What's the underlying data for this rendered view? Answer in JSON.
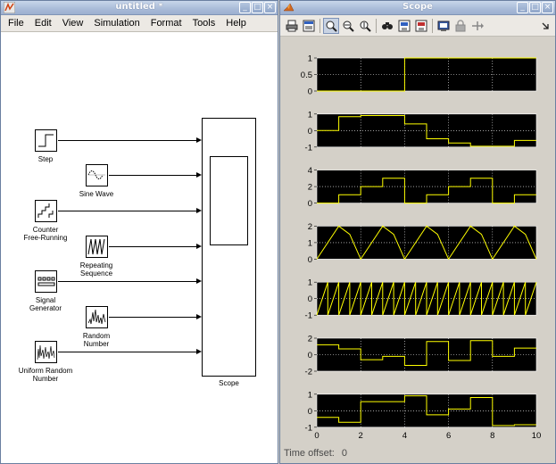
{
  "model_window": {
    "title": "untitled *",
    "menu": [
      "File",
      "Edit",
      "View",
      "Simulation",
      "Format",
      "Tools",
      "Help"
    ],
    "blocks": {
      "step": "Step",
      "sine": "Sine Wave",
      "counter_1": "Counter",
      "counter_2": "Free-Running",
      "repeating_1": "Repeating",
      "repeating_2": "Sequence",
      "siggen_1": "Signal",
      "siggen_2": "Generator",
      "random_1": "Random",
      "random_2": "Number",
      "uniform_1": "Uniform Random",
      "uniform_2": "Number",
      "scope": "Scope"
    }
  },
  "scope_window": {
    "title": "Scope",
    "toolbar_icons": [
      "print-icon",
      "parameters-icon",
      "zoom-icon",
      "zoom-x-icon",
      "zoom-y-icon",
      "autoscale-icon",
      "save-axes-icon",
      "restore-axes-icon",
      "floating-scope-icon",
      "lock-icon",
      "signal-selection-icon",
      "dock-icon"
    ],
    "status_label": "Time offset:",
    "status_value": "0",
    "colors": {
      "axes_bg": "#000000",
      "trace": "#ffff00",
      "grid": "#ffffff",
      "figure_bg": "#d4d0c8"
    }
  },
  "chart_data": {
    "type": "line",
    "title": "",
    "xlabel": "",
    "xlim": [
      0,
      10
    ],
    "x_ticks": [
      "0",
      "2",
      "4",
      "6",
      "8",
      "10"
    ],
    "subplots": [
      {
        "name": "",
        "ylim": [
          0,
          1
        ],
        "y_ticks": [
          "1",
          "0.5",
          "0"
        ],
        "x": [
          0,
          4,
          4,
          10
        ],
        "y": [
          0,
          0,
          1,
          1
        ]
      },
      {
        "name": "",
        "ylim": [
          -1,
          1
        ],
        "y_ticks": [
          "1",
          "0",
          "-1"
        ],
        "x": [
          0,
          1,
          1,
          2,
          2,
          3,
          3,
          4,
          4,
          5,
          5,
          6,
          6,
          7,
          7,
          8,
          8,
          9,
          9,
          10
        ],
        "y": [
          0,
          0,
          0.84,
          0.84,
          0.91,
          0.91,
          0.91,
          0.91,
          0.4,
          0.4,
          -0.5,
          -0.5,
          -0.75,
          -0.75,
          -0.95,
          -0.95,
          -0.95,
          -0.95,
          -0.6,
          -0.6
        ]
      },
      {
        "name": "",
        "ylim": [
          0,
          4
        ],
        "y_ticks": [
          "4",
          "2",
          "0"
        ],
        "x": [
          0,
          1,
          1,
          2,
          2,
          3,
          3,
          4,
          4,
          5,
          5,
          6,
          6,
          7,
          7,
          8,
          8,
          9,
          9,
          10
        ],
        "y": [
          0,
          0,
          1,
          1,
          2,
          2,
          3,
          3,
          0,
          0,
          1,
          1,
          2,
          2,
          3,
          3,
          0,
          0,
          1,
          1
        ]
      },
      {
        "name": "",
        "ylim": [
          0,
          2
        ],
        "y_ticks": [
          "2",
          "1",
          "0"
        ],
        "x": [
          0,
          1,
          1.5,
          2,
          3,
          3.5,
          4,
          5,
          5.5,
          6,
          7,
          7.5,
          8,
          9,
          9.5,
          10
        ],
        "y": [
          0,
          2,
          1.5,
          0,
          2,
          1.5,
          0,
          2,
          1.5,
          0,
          2,
          1.5,
          0,
          2,
          1.5,
          0
        ]
      },
      {
        "name": "",
        "ylim": [
          -1,
          1
        ],
        "y_ticks": [
          "1",
          "0",
          "-1"
        ],
        "x": [
          0,
          0.5,
          0.5,
          1,
          1,
          1.5,
          1.5,
          2,
          2,
          2.5,
          2.5,
          3,
          3,
          3.5,
          3.5,
          4,
          4,
          4.5,
          4.5,
          5,
          5,
          5.5,
          5.5,
          6,
          6,
          6.5,
          6.5,
          7,
          7,
          7.5,
          7.5,
          8,
          8,
          8.5,
          8.5,
          9,
          9,
          9.5,
          9.5,
          10
        ],
        "y": [
          -1,
          1,
          -1,
          1,
          -1,
          1,
          -1,
          1,
          -1,
          1,
          -1,
          1,
          -1,
          1,
          -1,
          1,
          -1,
          1,
          -1,
          1,
          -1,
          1,
          -1,
          1,
          -1,
          1,
          -1,
          1,
          -1,
          1,
          -1,
          1,
          -1,
          1,
          -1,
          1,
          -1,
          1,
          -1,
          1
        ]
      },
      {
        "name": "",
        "ylim": [
          -2,
          2
        ],
        "y_ticks": [
          "2",
          "0",
          "-2"
        ],
        "x": [
          0,
          1,
          1,
          2,
          2,
          3,
          3,
          4,
          4,
          5,
          5,
          6,
          6,
          7,
          7,
          8,
          8,
          9,
          9,
          10
        ],
        "y": [
          1.2,
          1.2,
          0.7,
          0.7,
          -0.6,
          -0.6,
          -0.2,
          -0.2,
          -1.3,
          -1.3,
          1.6,
          1.6,
          -0.7,
          -0.7,
          1.7,
          1.7,
          -0.2,
          -0.2,
          0.8,
          0.8
        ]
      },
      {
        "name": "",
        "ylim": [
          -1,
          1
        ],
        "y_ticks": [
          "1",
          "0",
          "-1"
        ],
        "x": [
          0,
          1,
          1,
          2,
          2,
          3,
          3,
          4,
          4,
          5,
          5,
          6,
          6,
          7,
          7,
          8,
          8,
          9,
          9,
          10
        ],
        "y": [
          -0.4,
          -0.4,
          -0.7,
          -0.7,
          0.55,
          0.55,
          0.55,
          0.55,
          0.9,
          0.9,
          -0.25,
          -0.25,
          0.1,
          0.1,
          0.8,
          0.8,
          -0.9,
          -0.9,
          -0.85,
          -0.85
        ]
      }
    ]
  }
}
